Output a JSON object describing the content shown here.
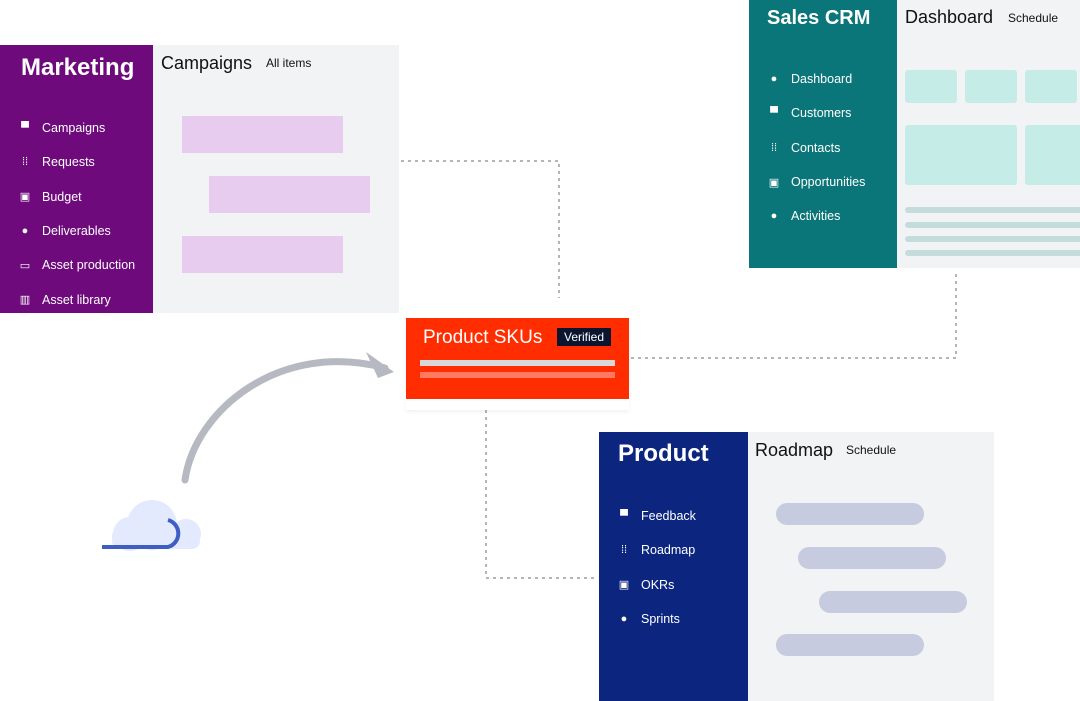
{
  "marketing": {
    "title": "Marketing",
    "content_title": "Campaigns",
    "content_sub": "All items",
    "color": "#6e0a7c",
    "items": [
      {
        "label": "Campaigns",
        "icon": "inbox-icon"
      },
      {
        "label": "Requests",
        "icon": "workflow-icon"
      },
      {
        "label": "Budget",
        "icon": "register-icon"
      },
      {
        "label": "Deliverables",
        "icon": "rocket-icon"
      },
      {
        "label": "Asset production",
        "icon": "film-icon"
      },
      {
        "label": "Asset library",
        "icon": "books-icon"
      }
    ]
  },
  "sales": {
    "title": "Sales CRM",
    "content_title": "Dashboard",
    "content_sub": "Schedule",
    "color": "#0b7679",
    "items": [
      {
        "label": "Dashboard",
        "icon": "rocket-icon"
      },
      {
        "label": "Customers",
        "icon": "inbox-icon"
      },
      {
        "label": "Contacts",
        "icon": "workflow-icon"
      },
      {
        "label": "Opportunities",
        "icon": "register-icon"
      },
      {
        "label": "Activities",
        "icon": "rocket-icon"
      }
    ]
  },
  "product": {
    "title": "Product",
    "content_title": "Roadmap",
    "content_sub": "Schedule",
    "color": "#0c2680",
    "items": [
      {
        "label": "Feedback",
        "icon": "inbox-icon"
      },
      {
        "label": "Roadmap",
        "icon": "workflow-icon"
      },
      {
        "label": "OKRs",
        "icon": "register-icon"
      },
      {
        "label": "Sprints",
        "icon": "rocket-icon"
      }
    ]
  },
  "sku": {
    "title": "Product SKUs",
    "badge": "Verified",
    "color": "#ff2d00"
  }
}
